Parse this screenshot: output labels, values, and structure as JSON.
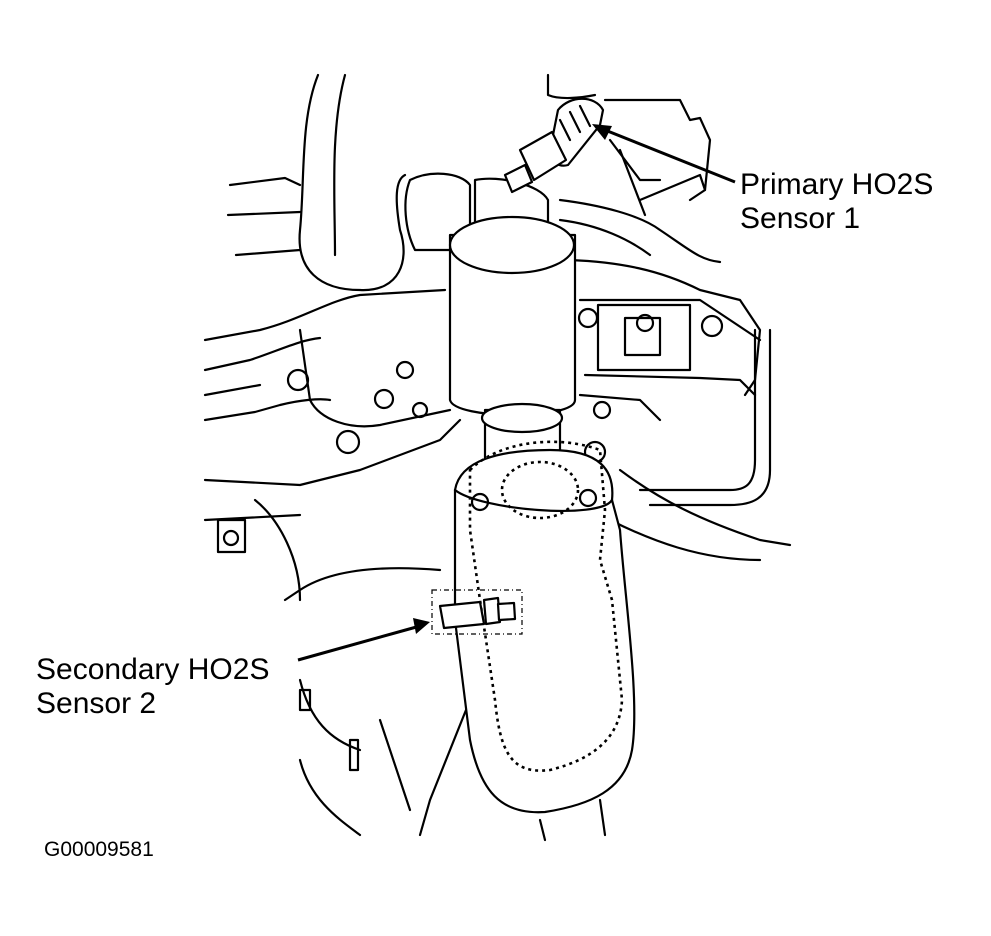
{
  "labels": {
    "primary_line1": "Primary HO2S",
    "primary_line2": "Sensor 1",
    "secondary_line1": "Secondary HO2S",
    "secondary_line2": "Sensor 2"
  },
  "figure_id": "G00009581"
}
